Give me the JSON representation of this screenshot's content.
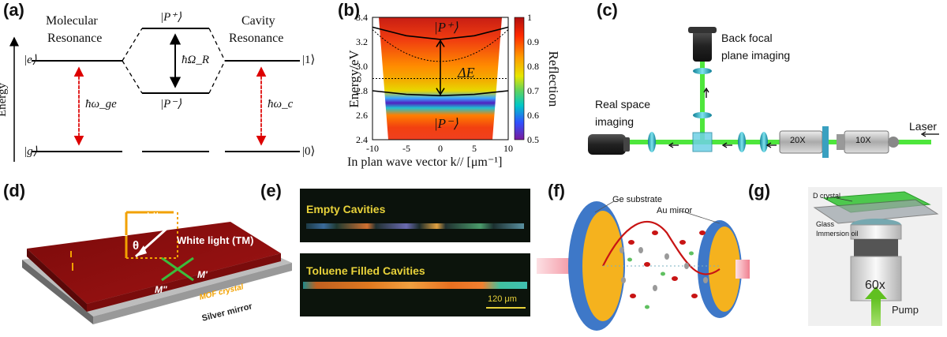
{
  "panels": [
    {
      "label": "(a)"
    },
    {
      "label": "(b)"
    },
    {
      "label": "(c)"
    },
    {
      "label": "(d)"
    },
    {
      "label": "(e)"
    },
    {
      "label": "(f)"
    },
    {
      "label": "(g)"
    }
  ],
  "a": {
    "molecular": "Molecular",
    "resonance1": "Resonance",
    "cavity": "Cavity",
    "resonance2": "Resonance",
    "energy": "Energy",
    "e_state": "|e⟩",
    "g_state": "|g⟩",
    "one_state": "|1⟩",
    "zero_state": "|0⟩",
    "pplus": "|P⁺⟩",
    "pminus": "|P⁻⟩",
    "rabi": "ħΩ_R",
    "omega_ge": "ħω_ge",
    "omega_c": "ħω_c"
  },
  "b": {
    "ylabel": "Energy/eV",
    "xlabel": "In plan wave vector k// [μm⁻¹]",
    "cbar_label": "Reflection",
    "pplus": "|P⁺⟩",
    "pminus": "|P⁻⟩",
    "delta": "ΔE",
    "yticks": [
      "3.4",
      "3.2",
      "3.0",
      "2.8",
      "2.6",
      "2.4"
    ],
    "xticks": [
      "-10",
      "-5",
      "0",
      "5",
      "10"
    ],
    "cticks": [
      "1",
      "0.9",
      "0.8",
      "0.7",
      "0.6",
      "0.5"
    ]
  },
  "chart_data": {
    "type": "heatmap",
    "xlabel": "In plan wave vector k// [μm⁻¹]",
    "ylabel": "Energy/eV",
    "xlim": [
      -10,
      10
    ],
    "ylim": [
      2.4,
      3.4
    ],
    "colorbar": {
      "label": "Reflection",
      "range": [
        0.5,
        1
      ]
    },
    "series": [
      {
        "name": "|P⁺⟩",
        "x": [
          -10,
          -5,
          0,
          5,
          10
        ],
        "y": [
          3.32,
          3.25,
          3.22,
          3.25,
          3.32
        ]
      },
      {
        "name": "|P⁻⟩",
        "x": [
          -10,
          -5,
          0,
          5,
          10
        ],
        "y": [
          2.8,
          2.77,
          2.76,
          2.77,
          2.8
        ]
      }
    ],
    "annotations": [
      "ΔE"
    ]
  },
  "c": {
    "back_focal": "Back focal",
    "plane_imaging": "plane imaging",
    "real_space": "Real space",
    "imaging": "imaging",
    "laser": "Laser",
    "obj20": "20X",
    "obj10": "10X"
  },
  "d": {
    "white_light": "White light (TM)",
    "mof": "MOF crystal",
    "mirror": "Silver mirror",
    "k_perp": "k⊥",
    "k_par": "k||",
    "theta": "θ",
    "m1": "M'",
    "m2": "M\""
  },
  "e": {
    "empty": "Empty Cavities",
    "toluene": "Toluene Filled Cavities",
    "scale": "120 μm"
  },
  "f": {
    "ge": "Ge substrate",
    "au": "Au mirror"
  },
  "g": {
    "d_crystal": "D crystal",
    "glass": "Glass",
    "immersion": "Immersion oil",
    "obj": "60x",
    "pump": "Pump"
  }
}
